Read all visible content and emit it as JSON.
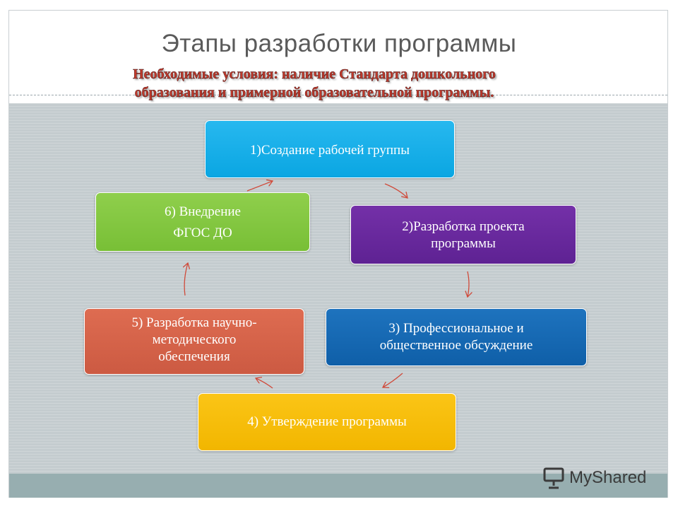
{
  "slide": {
    "title": "Этапы разработки  программы",
    "subtitle": "Необходимые условия: наличие Стандарта дошкольного образования и примерной образовательной программы."
  },
  "steps": [
    {
      "label": "1)Создание рабочей группы"
    },
    {
      "label": "2)Разработка проекта\nпрограммы"
    },
    {
      "label": "3) Профессиональное и\nобщественное обсуждение"
    },
    {
      "label": "4) Утверждение программы"
    },
    {
      "label": "5) Разработка научно-\nметодического\nобеспечения"
    },
    {
      "label": "6) Внедрение\nФГОС ДО"
    }
  ],
  "colors": {
    "step1": "#0aa6e2",
    "step2": "#5e2293",
    "step3": "#0f5fa8",
    "step4": "#f2b600",
    "step5": "#cc5a42",
    "step6": "#78bf36",
    "arrow": "#d04a3a",
    "subtitle": "#c0392b"
  },
  "watermark": {
    "brand": "MyShared",
    "icon": "presentation-board-icon"
  }
}
